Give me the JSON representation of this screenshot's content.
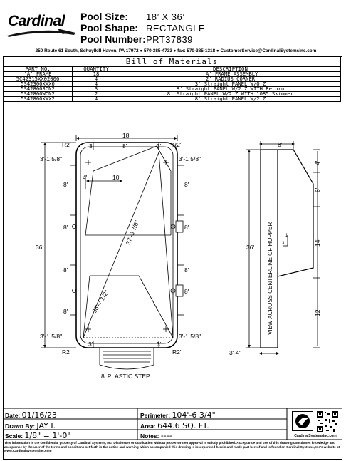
{
  "header": {
    "logo_text": "Cardinal",
    "pool_size_label": "Pool Size:",
    "pool_size_value": "18’ X 36’",
    "pool_shape_label": "Pool Shape:",
    "pool_shape_value": "RECTANGLE",
    "pool_number_label": "Pool Number:",
    "pool_number_value": "PRT37839",
    "address": "250 Route 61 South, Schuylkill Haven, PA 17972 ● 570-385-4733 ● fax: 570-385-1318 ● CustomerService@CardinalSystemsinc.com"
  },
  "bom": {
    "title": "Bill of Materials",
    "columns": [
      "PART NO.",
      "QUANTITY",
      "DESCRIPTION"
    ],
    "rows": [
      [
        "'A' FRAME",
        "18",
        "'A' FRAME ASSEMBLY"
      ],
      [
        "5C42315XX02000",
        "4",
        "2' RADIUS CORNER"
      ],
      [
        "5S42300XXX0",
        "4",
        "3' Straight PANEL W/O Z"
      ],
      [
        "5S42800RCN2",
        "3",
        "8' Straight PANEL W/2 Z WITH Return"
      ],
      [
        "5S42800WCN2",
        "2",
        "8' Straight PANEL W/2 Z WITH 1085 Skimmer"
      ],
      [
        "5S42800XXX2",
        "4",
        "8' Straight PANEL W/2 Z"
      ]
    ]
  },
  "drawing": {
    "top_width": "18'",
    "seg_3a": "3'",
    "seg_8a": "8'",
    "seg_3b": "3'",
    "r2_tl": "R2'",
    "r2_tr": "R2'",
    "r2_bl": "R2'",
    "r2_br": "R2'",
    "left_top": "3'-1 5/8\"",
    "right_top": "3'-1 5/8\"",
    "left_bot": "3'-1 5/8\"",
    "right_bot": "3'-1 5/8\"",
    "left_8_1": "8'",
    "left_8_2": "8'",
    "left_8_3": "8'",
    "left_8_4": "8'",
    "right_8_1": "8'",
    "right_8_2": "8'",
    "right_8_3": "8'",
    "right_8_4": "8'",
    "left_36": "36'",
    "shallow_4": "4'",
    "shallow_10": "10'",
    "diag_long": "37'-8 7/8\"",
    "diag_short": "36'-7 1/2\"",
    "bot_seg_3": "3'",
    "bot_seg_3b": "3'",
    "step_label": "8' PLASTIC STEP",
    "side_width": "8'",
    "side_36": "36'",
    "side_4": "4'",
    "side_6": "6'",
    "side_14": "14'",
    "side_12": "12'",
    "side_slope": "3",
    "side_run": "1",
    "side_bottom": "3'-4\"",
    "hopper_text": "VIEW ACROSS CENTERLINE OF HOPPER"
  },
  "footer": {
    "date_label": "Date:",
    "date_value": "01/16/23",
    "drawn_label": "Drawn By:",
    "drawn_value": "JAY I.",
    "scale_label": "Scale:",
    "scale_value": "1/8\" = 1'-0\"",
    "perimeter_label": "Perimeter:",
    "perimeter_value": "104'-6 3/4\"",
    "area_label": "Area:",
    "area_value": "644.6 SQ. FT.",
    "notes_label": "Notes:",
    "notes_value": "----",
    "brand_site": "CardinalSystemsinc.com",
    "disclaimer": "This information is the confidential property of Cardinal Systems, Inc. Disclosure or duplication without proper written approval is strictly prohibited. Acceptance and use of this drawing constitutes knowledge and acceptance by the user of the terms and conditions set forth in the notice and warning which accompanied this drawing is incorporated herein and made part hereof and is found on Cardinal Systems, Inc's website at www.CardinalSystemsinc.com"
  }
}
